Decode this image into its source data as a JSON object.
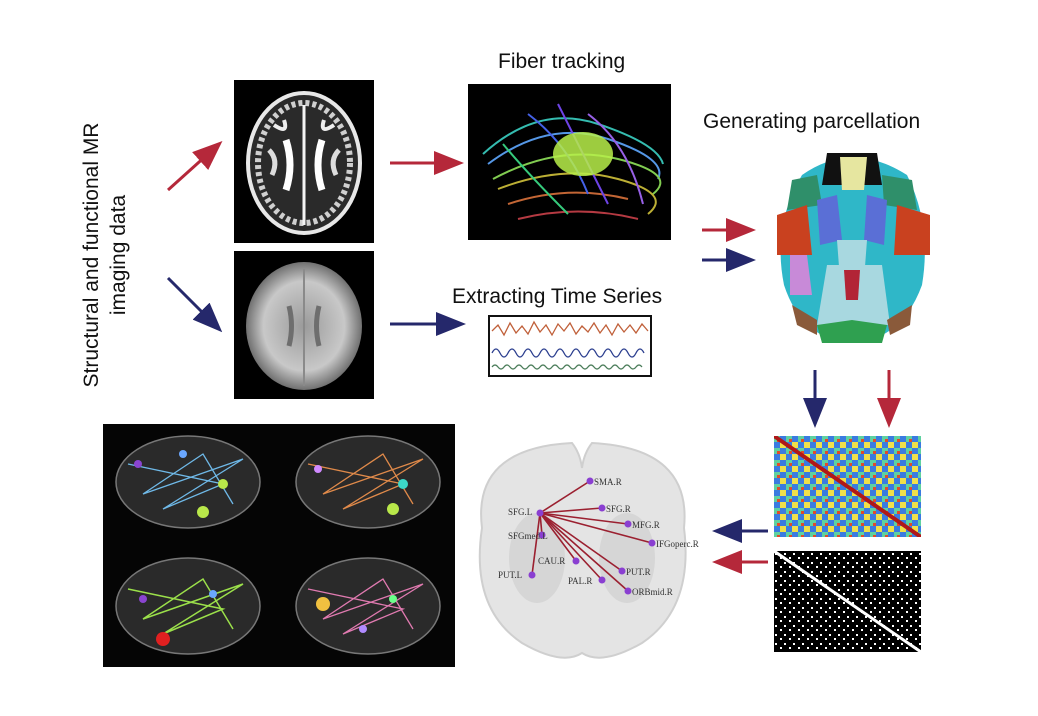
{
  "input_label_line1": "Structural and functional MR",
  "input_label_line2": "imaging data",
  "fiber_tracking_title": "Fiber tracking",
  "parcellation_title": "Generating parcellation",
  "time_series_title": "Extracting Time Series",
  "regions": {
    "center": "SFG.L",
    "targets": [
      "SMA.R",
      "SFG.R",
      "MFG.R",
      "IFGoperc.R",
      "SFGmed.L",
      "CAU.R",
      "PUT.R",
      "PUT.L",
      "PAL.R",
      "ORBmid.R"
    ]
  },
  "colors": {
    "structural_arrow": "#b5283a",
    "functional_arrow": "#25286b",
    "node": "#8a3fd1",
    "edge": "#9b2030"
  },
  "icons": [
    "brain-scan-structural",
    "brain-scan-functional",
    "tractography",
    "time-series-plot",
    "parcellation-atlas",
    "connectivity-matrix",
    "binary-matrix",
    "glass-brain-networks"
  ]
}
